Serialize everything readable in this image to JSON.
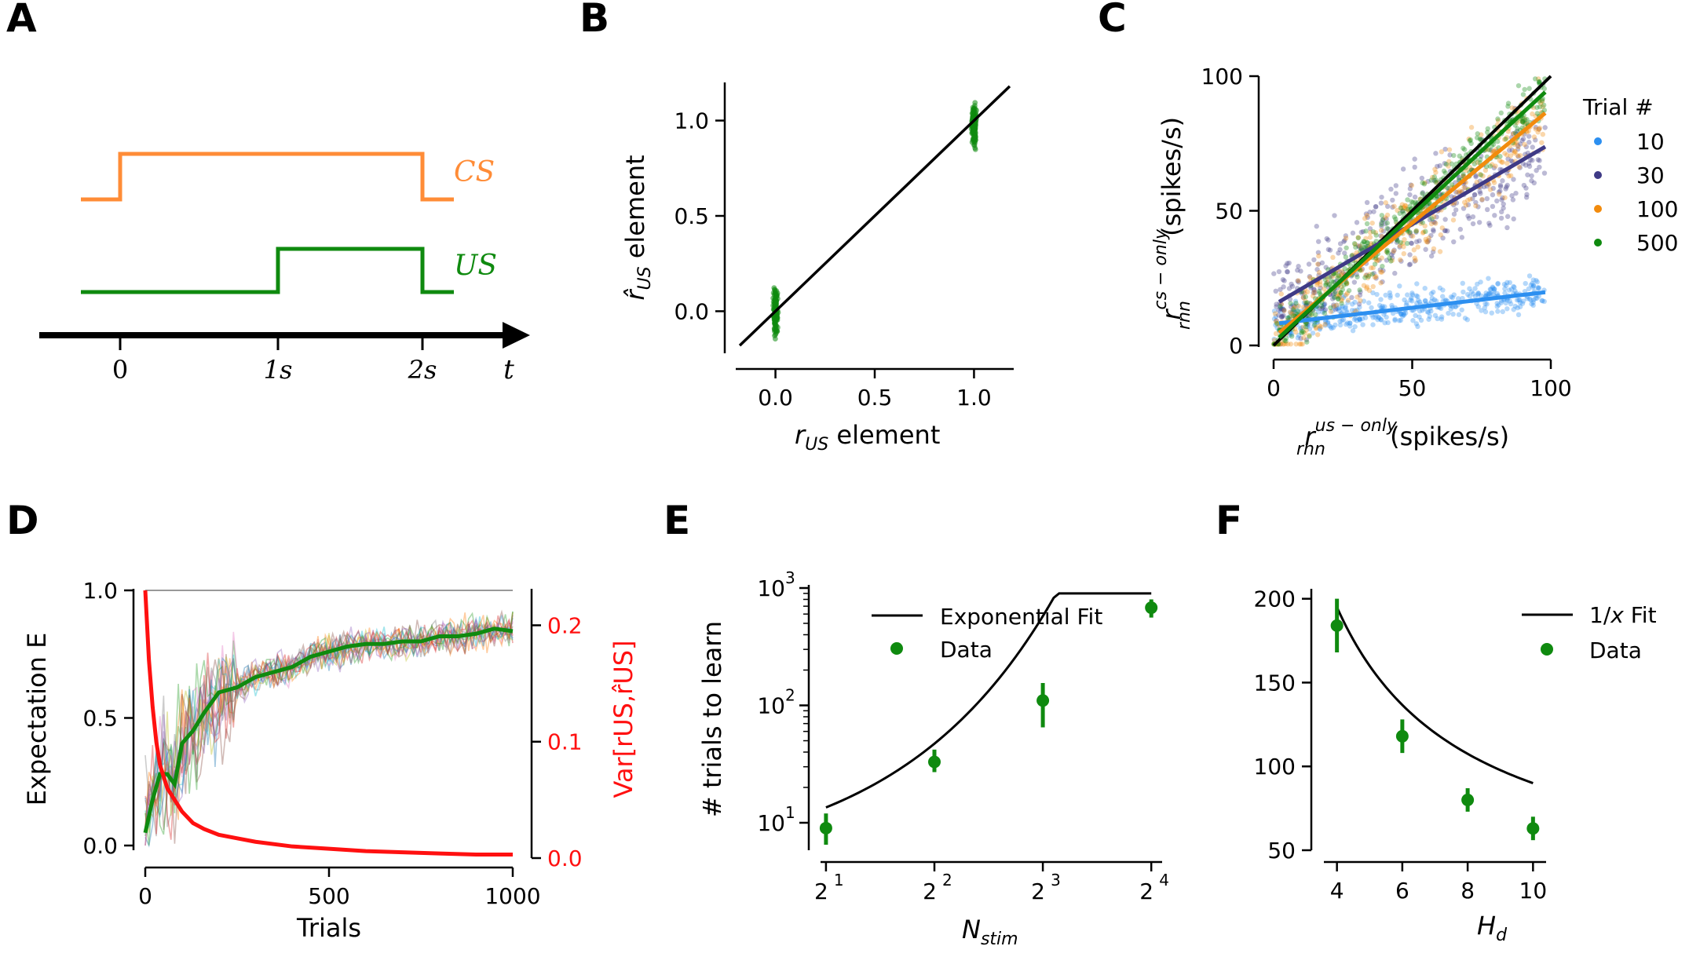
{
  "panels": {
    "A": {
      "letter": "A",
      "cs_label": "CS",
      "us_label": "US",
      "time_ticks": [
        {
          "t": 0,
          "label": "0"
        },
        {
          "t": 1,
          "label": "1s"
        },
        {
          "t": 2,
          "label": "2s"
        }
      ],
      "axis_label": "t",
      "colors": {
        "cs": "#ff8c37",
        "us": "#0f8a0f"
      }
    },
    "B": {
      "letter": "B",
      "xlabel_main": "r",
      "xlabel_sub": "US",
      "xlabel_rest": " element",
      "ylabel_main": "r̂",
      "ylabel_sub": "US",
      "ylabel_rest": " element",
      "xticks": [
        {
          "v": 0,
          "label": "0.0"
        },
        {
          "v": 0.5,
          "label": "0.5"
        },
        {
          "v": 1,
          "label": "1.0"
        }
      ],
      "yticks": [
        {
          "v": 0,
          "label": "0.0"
        },
        {
          "v": 0.5,
          "label": "0.5"
        },
        {
          "v": 1,
          "label": "1.0"
        }
      ]
    },
    "C": {
      "letter": "C",
      "xlabel_main": "r",
      "xlabel_sub": "rnn",
      "xlabel_sup": "us − only",
      "xlabel_rest": " (spikes/s)",
      "ylabel_main": "r",
      "ylabel_sub": "rnn",
      "ylabel_sup": "cs − only",
      "ylabel_rest": " (spikes/s)",
      "xticks": [
        {
          "v": 0,
          "label": "0"
        },
        {
          "v": 50,
          "label": "50"
        },
        {
          "v": 100,
          "label": "100"
        }
      ],
      "yticks": [
        {
          "v": 0,
          "label": "0"
        },
        {
          "v": 50,
          "label": "50"
        },
        {
          "v": 100,
          "label": "100"
        }
      ],
      "legend_title": "Trial #"
    },
    "D": {
      "letter": "D",
      "xlabel": "Trials",
      "ylabel_left": "Expectation E",
      "ylabel_right": "Var[rUS,r̂US]",
      "xticks": [
        {
          "v": 0,
          "label": "0"
        },
        {
          "v": 500,
          "label": "500"
        },
        {
          "v": 1000,
          "label": "1000"
        }
      ],
      "yticks_left": [
        {
          "v": 0,
          "label": "0.0"
        },
        {
          "v": 0.5,
          "label": "0.5"
        },
        {
          "v": 1,
          "label": "1.0"
        }
      ],
      "yticks_right": [
        {
          "v": 0,
          "label": "0.0"
        },
        {
          "v": 0.1,
          "label": "0.1"
        },
        {
          "v": 0.2,
          "label": "0.2"
        }
      ]
    },
    "E": {
      "letter": "E",
      "xlabel_main": "N",
      "xlabel_sub": "stim",
      "ylabel": "# trials to learn",
      "xticks": [
        {
          "p": 1,
          "label": "2"
        },
        {
          "p": 2,
          "label": "2"
        },
        {
          "p": 3,
          "label": "2"
        },
        {
          "p": 4,
          "label": "2"
        }
      ],
      "xtick_sups": [
        "1",
        "2",
        "3",
        "4"
      ],
      "yticks": [
        {
          "p": 1,
          "label": "10"
        },
        {
          "p": 2,
          "label": "10"
        },
        {
          "p": 3,
          "label": "10"
        }
      ],
      "ytick_sups": [
        "1",
        "2",
        "3"
      ],
      "legend_fit": "Exponential Fit",
      "legend_data": "Data"
    },
    "F": {
      "letter": "F",
      "xlabel_main": "H",
      "xlabel_sub": "d",
      "xticks": [
        {
          "v": 4,
          "label": "4"
        },
        {
          "v": 6,
          "label": "6"
        },
        {
          "v": 8,
          "label": "8"
        },
        {
          "v": 10,
          "label": "10"
        }
      ],
      "yticks": [
        {
          "v": 50,
          "label": "50"
        },
        {
          "v": 100,
          "label": "100"
        },
        {
          "v": 150,
          "label": "150"
        },
        {
          "v": 200,
          "label": "200"
        }
      ],
      "legend_fit_pre": "1/",
      "legend_fit_var": "x",
      "legend_fit_post": " Fit",
      "legend_data": "Data"
    }
  },
  "colors": {
    "green": "#0f8a0f",
    "red": "#ff1010",
    "black": "#000000",
    "grey": "#999999"
  },
  "chart_data": [
    {
      "type": "scatter",
      "panel": "B",
      "xlim": [
        -0.2,
        1.2
      ],
      "ylim": [
        -0.2,
        1.2
      ],
      "identity_line": true,
      "clusters": [
        {
          "x": 0.0,
          "y_center": 0.0,
          "y_spread": 0.17,
          "n": 160
        },
        {
          "x": 1.0,
          "y_center": 0.98,
          "y_spread": 0.17,
          "n": 160
        }
      ]
    },
    {
      "type": "scatter",
      "panel": "C",
      "xlim": [
        0,
        100
      ],
      "ylim": [
        0,
        100
      ],
      "identity_line": true,
      "series": [
        {
          "name": "10",
          "color": "#2c8ff0",
          "fit_intercept": 8,
          "fit_slope": 0.12
        },
        {
          "name": "30",
          "color": "#3f3a86",
          "fit_intercept": 15,
          "fit_slope": 0.6
        },
        {
          "name": "100",
          "color": "#f28b0d",
          "fit_intercept": 3,
          "fit_slope": 0.85
        },
        {
          "name": "500",
          "color": "#0f8a0f",
          "fit_intercept": 1,
          "fit_slope": 0.95
        }
      ]
    },
    {
      "type": "line",
      "panel": "D",
      "xlim": [
        0,
        1000
      ],
      "ylim_left": [
        0,
        1.0
      ],
      "ylim_right": [
        0,
        0.23
      ],
      "expectation_mean": {
        "x": [
          0,
          20,
          40,
          60,
          80,
          100,
          130,
          160,
          200,
          250,
          300,
          350,
          400,
          450,
          500,
          550,
          600,
          650,
          700,
          750,
          800,
          850,
          900,
          950,
          1000
        ],
        "y": [
          0.05,
          0.18,
          0.28,
          0.28,
          0.24,
          0.4,
          0.45,
          0.52,
          0.6,
          0.62,
          0.66,
          0.68,
          0.7,
          0.74,
          0.76,
          0.78,
          0.79,
          0.79,
          0.8,
          0.8,
          0.82,
          0.82,
          0.83,
          0.85,
          0.84
        ]
      },
      "variance": {
        "x": [
          0,
          10,
          20,
          30,
          40,
          60,
          80,
          100,
          130,
          160,
          200,
          250,
          300,
          400,
          500,
          600,
          700,
          800,
          900,
          1000
        ],
        "y": [
          0.23,
          0.17,
          0.13,
          0.1,
          0.08,
          0.06,
          0.05,
          0.04,
          0.03,
          0.025,
          0.02,
          0.017,
          0.014,
          0.01,
          0.008,
          0.006,
          0.005,
          0.004,
          0.003,
          0.003
        ]
      }
    },
    {
      "type": "scatter",
      "panel": "E",
      "x": [
        1,
        2,
        3,
        4
      ],
      "y": [
        9,
        33,
        110,
        680
      ],
      "yerr_low": [
        6.5,
        27,
        65,
        560
      ],
      "yerr_high": [
        12,
        42,
        155,
        800
      ],
      "fit": {
        "type": "exponential"
      }
    },
    {
      "type": "scatter",
      "panel": "F",
      "x": [
        4,
        6,
        8,
        10
      ],
      "y": [
        184,
        118,
        80,
        63
      ],
      "yerr": [
        16,
        10,
        7,
        7
      ],
      "xlim": [
        3.6,
        10.4
      ],
      "ylim": [
        50,
        205
      ],
      "fit": {
        "type": "1/x",
        "a": 20,
        "b": 700
      }
    }
  ]
}
